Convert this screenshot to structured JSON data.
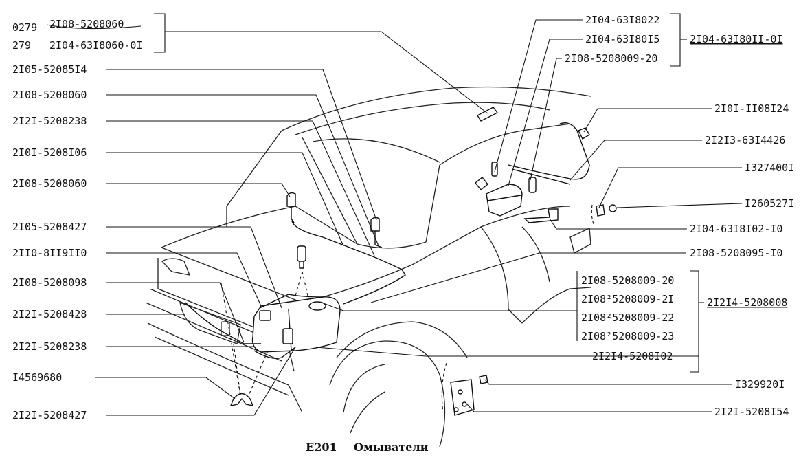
{
  "caption": {
    "code": "E201",
    "title": "Омыватели"
  },
  "labels": {
    "l01a": "0279",
    "l01b": "2I08-5208060",
    "l02a": "279",
    "l02b": "2I04-63I8060-0I",
    "l03": "2I05-52085I4",
    "l04": "2I08-5208060",
    "l05": "2I2I-5208238",
    "l06": "2I0I-5208I06",
    "l07": "2I08-5208060",
    "l08": "2I05-5208427",
    "l09": "2II0-8II9II0",
    "l10": "2I08-5208098",
    "l11": "2I2I-5208428",
    "l12": "2I2I-5208238",
    "l13": "I4569680",
    "l14": "2I2I-5208427",
    "r01": "2I04-63I8022",
    "r02": "2I04-63I80I5",
    "r03": "2I08-5208009-20",
    "r04": "2I04-63I80II-0I",
    "r05": "2I0I-II08I24",
    "r06": "2I2I3-63I4426",
    "r07": "I327400I",
    "r08": "I260527I",
    "r09": "2I04-63I8I02-I0",
    "r10": "2I08-5208095-I0",
    "r11": "2I08-5208009-20",
    "r12": "2I08²5208009-2I",
    "r13": "2I08²5208009-22",
    "r14": "2I08²5208009-23",
    "r15": "2I2I4-5208008",
    "r16": "2I2I4-5208I02",
    "r17": "I329920I",
    "r18": "2I2I-5208I54"
  }
}
